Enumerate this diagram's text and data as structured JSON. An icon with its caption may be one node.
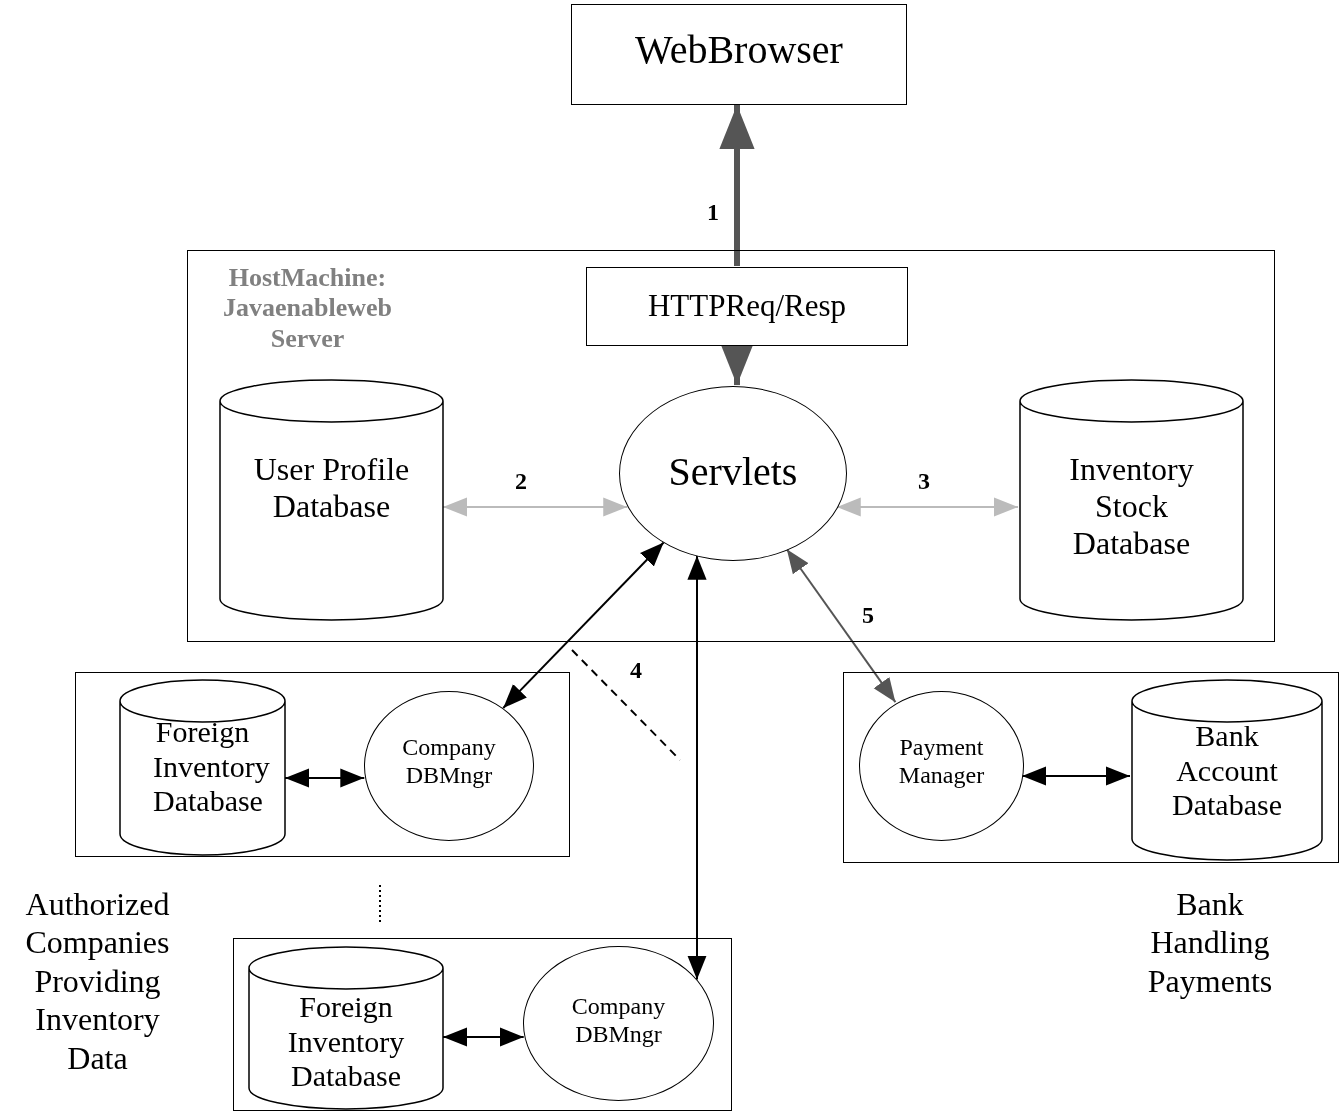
{
  "diagram": {
    "nodes": [
      {
        "text": [
          "WebBrowser"
        ]
      },
      {
        "text": [
          "HostMachine: Javaenableweb Server"
        ]
      },
      {
        "text": [
          "HTTPReq/Resp"
        ],
        "in": 1
      },
      {
        "text": [
          "User Profile Database"
        ],
        "in": 1
      },
      {
        "text": [
          "Servlets"
        ],
        "in": 1
      },
      {
        "text": [
          "Inventory Stock Database"
        ],
        "in": 1
      },
      {
        "text": [],
        "shape": "box"
      },
      {
        "text": [
          "Foreign Inventory Database"
        ],
        "in": 6
      },
      {
        "text": [
          "Company DBMngr"
        ],
        "in": 6
      },
      {
        "text": [],
        "shape": "box"
      },
      {
        "text": [
          "Payment Manager"
        ],
        "in": 9
      },
      {
        "text": [
          "Bank Account Database"
        ],
        "in": 9
      },
      {
        "text": [],
        "shape": "box"
      },
      {
        "text": [
          "Foreign Inventory Database"
        ],
        "in": 12
      },
      {
        "text": [
          "Company DBMngr"
        ],
        "in": 12
      }
    ],
    "edges": [
      {
        "from": 2,
        "to": 0,
        "arrow": "to",
        "label": "1",
        "style": "thick",
        "color": "#555555"
      },
      {
        "from": 2,
        "to": 4,
        "arrow": "to",
        "style": "thick",
        "color": "#555555"
      },
      {
        "from": 3,
        "to": 4,
        "arrow": "both",
        "label": "2",
        "color": "#bbbbbb"
      },
      {
        "from": 4,
        "to": 5,
        "arrow": "both",
        "label": "3",
        "color": "#bbbbbb"
      },
      {
        "from": 4,
        "to": 8,
        "arrow": "both"
      },
      {
        "from": 4,
        "to": 14,
        "arrow": "both"
      },
      {
        "from": 4,
        "to": 10,
        "arrow": "both",
        "label": "5",
        "color": "#555555"
      },
      {
        "from": 7,
        "to": 8,
        "arrow": "both"
      },
      {
        "from": 10,
        "to": 11,
        "arrow": "both"
      },
      {
        "from": 13,
        "to": 14,
        "arrow": "both"
      }
    ],
    "labels": [
      "4",
      "Authorized Companies Providing Inventory Data",
      "Bank Handling Payments"
    ]
  }
}
